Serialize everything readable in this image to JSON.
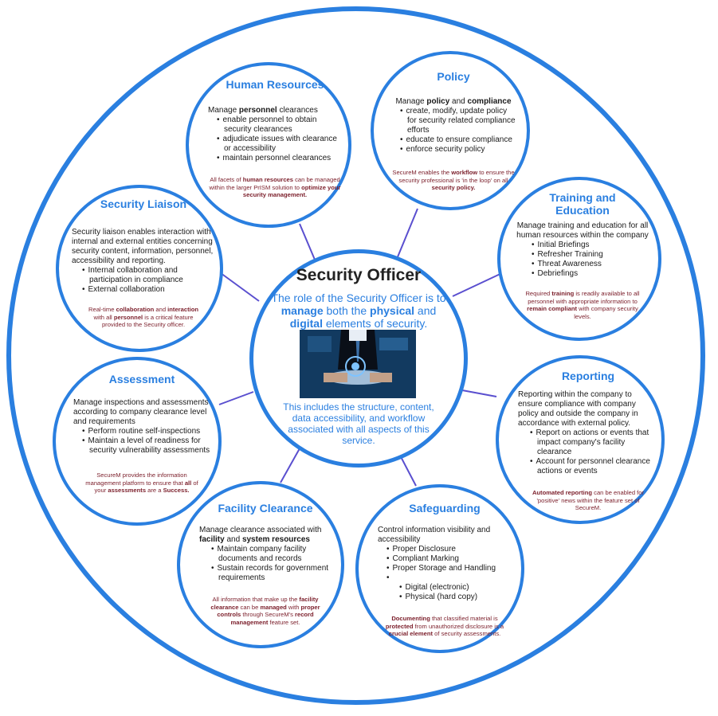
{
  "center": {
    "title": "Security Officer",
    "role_parts": [
      "The role of the Security Officer is to ",
      "manage",
      " both the ",
      "physical",
      " and ",
      "digital",
      " elements of security."
    ],
    "scope": "This includes the structure, content, data accessibility, and workflow associated with all aspects of this service.",
    "image_icon": "business-person-tablet-image"
  },
  "nodes": {
    "human_resources": {
      "title": "Human Resources",
      "lead_parts": [
        "Manage ",
        "personnel",
        " clearances"
      ],
      "bullets": [
        "enable personnel to obtain security clearances",
        "adjudicate issues with clearance or accessibility",
        "maintain personnel clearances"
      ],
      "note_parts": [
        "All facets of ",
        "human resources",
        " can be managed within the larger PrISM solution to ",
        "optimize your security management."
      ]
    },
    "policy": {
      "title": "Policy",
      "lead_parts": [
        "Manage ",
        "policy",
        " and ",
        "compliance"
      ],
      "bullets": [
        "create, modify, update policy for security related compliance efforts",
        "educate to ensure compliance",
        "enforce security policy"
      ],
      "note_parts": [
        "SecureM enables the ",
        "workflow",
        " to ensure the security professional is 'in the loop' on all ",
        "security policy."
      ]
    },
    "training": {
      "title": "Training and Education",
      "lead": "Manage training and education for all human resources within the company",
      "bullets": [
        "Initial Briefings",
        "Refresher Training",
        "Threat Awareness",
        "Debriefings"
      ],
      "note_parts": [
        "Required ",
        "training",
        " is readily available to all personnel with appropriate information to ",
        "remain compliant",
        " with company security levels."
      ]
    },
    "reporting": {
      "title": "Reporting",
      "lead": "Reporting within the company to ensure compliance with company policy and outside the company in accordance with external policy.",
      "bullets": [
        "Report on actions or events that impact company's facility clearance",
        "Account for personnel clearance actions or events"
      ],
      "note_parts": [
        "Automated reporting",
        " can be enabled for 'positive' news within the feature set of SecureM."
      ]
    },
    "safeguarding": {
      "title": "Safeguarding",
      "lead": "Control information visibility and accessibility",
      "bullets": [
        "Proper Disclosure",
        "Compliant Marking",
        "Proper Storage and Handling"
      ],
      "sub_bullets": [
        "Digital (electronic)",
        "Physical (hard copy)"
      ],
      "note_parts": [
        "Documenting",
        " that classified material is ",
        "protected",
        " from unauthorized disclosure is a ",
        "crucial element",
        " of security assessments."
      ]
    },
    "facility": {
      "title": "Facility Clearance",
      "lead_parts": [
        "Manage clearance associated with ",
        "facility",
        " and ",
        "system resources"
      ],
      "bullets": [
        "Maintain company facility documents and records",
        "Sustain records for government requirements"
      ],
      "note_parts": [
        "All information that make up the ",
        "facility clearance",
        " can be ",
        "managed",
        " with ",
        "proper controls",
        " through SecureM's ",
        "record management",
        " feature set."
      ]
    },
    "assessment": {
      "title": "Assessment",
      "lead": "Manage inspections and assessments according to company clearance level and requirements",
      "bullets": [
        "Perform routine self-inspections",
        "Maintain a level of readiness for security vulnerability assessments"
      ],
      "note_parts": [
        "SecureM provides the information management platform to ensure that ",
        "all",
        " of your ",
        "assessments",
        " are a ",
        "Success."
      ]
    },
    "liaison": {
      "title": "Security Liaison",
      "lead": "Security liaison enables interaction with internal and external entities concerning security content, information, personnel, accessibility and reporting.",
      "bullets": [
        "Internal collaboration and participation in compliance",
        "External collaboration"
      ],
      "note_parts": [
        "Real-time ",
        "collaboration",
        " and ",
        "interaction",
        " with all ",
        "personnel",
        " is a critical feature provided to the Security officer."
      ]
    }
  },
  "colors": {
    "accent": "#2a7fe0",
    "note": "#7b1e2a",
    "connector": "#5a4fcf"
  }
}
